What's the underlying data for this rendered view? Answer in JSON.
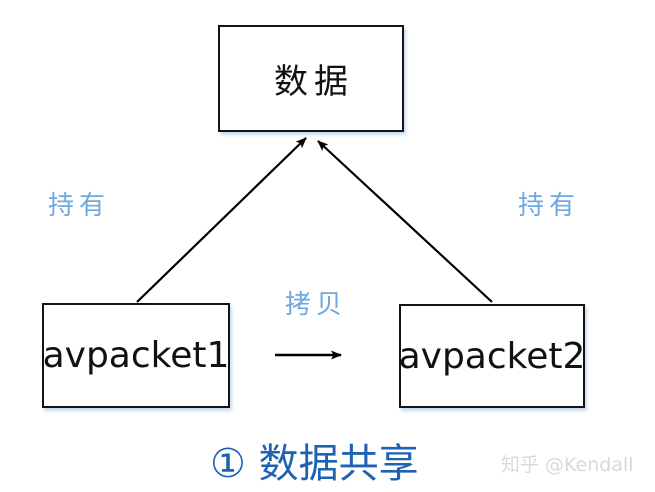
{
  "diagram": {
    "background_color": "#ffffff",
    "nodes": {
      "data": {
        "label": "数据"
      },
      "avpacket1": {
        "label": "avpacket1"
      },
      "avpacket2": {
        "label": "avpacket2"
      }
    },
    "edges": {
      "hold_left": {
        "label": "持有",
        "from": "avpacket1",
        "to": "数据"
      },
      "hold_right": {
        "label": "持有",
        "from": "avpacket2",
        "to": "数据"
      },
      "copy": {
        "label": "拷贝",
        "from": "avpacket1",
        "to": "avpacket2"
      }
    },
    "caption": "① 数据共享",
    "colors": {
      "node_border": "#141414",
      "node_text": "#111111",
      "edge_label": "#6fa8dc",
      "caption": "#1e63b2",
      "arrow": "#000000",
      "watermark": "#d9d9d9",
      "box_shadow": "#a8c8ea"
    }
  },
  "watermark": {
    "text": "知乎 @Kendall"
  }
}
